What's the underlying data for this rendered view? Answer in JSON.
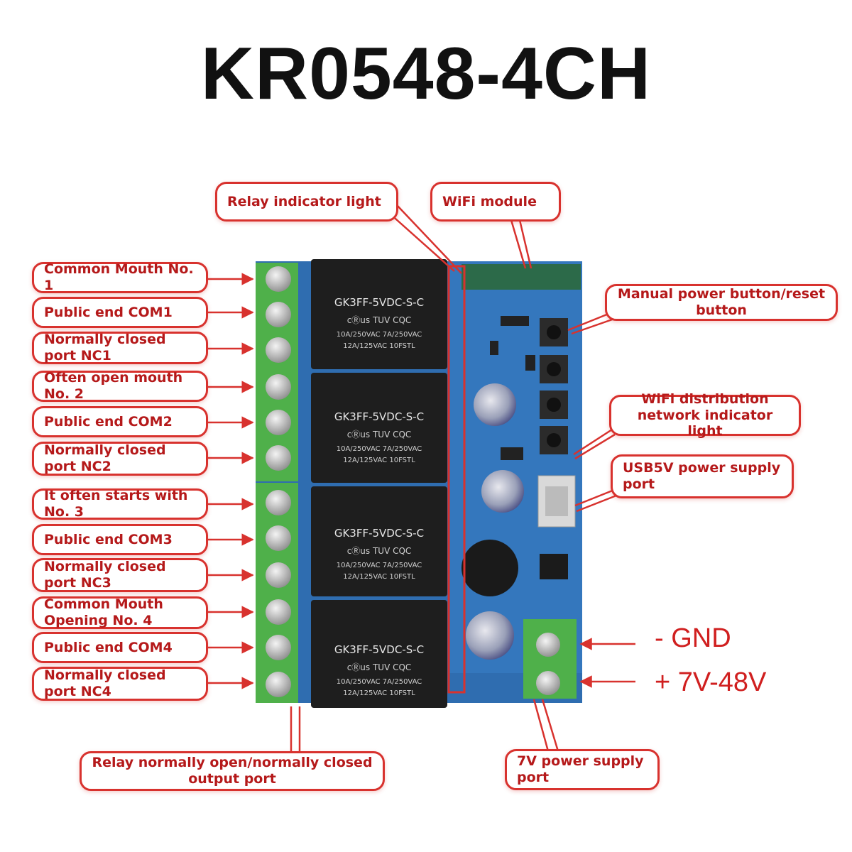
{
  "title": "KR0548-4CH",
  "left_labels": [
    "Common Mouth No. 1",
    "Public end COM1",
    "Normally closed port NC1",
    "Often open mouth No. 2",
    "Public end COM2",
    "Normally closed port NC2",
    "It often starts with No. 3",
    "Public end COM3",
    "Normally closed port NC3",
    "Common Mouth Opening No. 4",
    "Public end COM4",
    "Normally closed port NC4"
  ],
  "top_labels": {
    "relay_indicator": "Relay indicator light",
    "wifi_module": "WiFi module"
  },
  "right_labels": {
    "reset_button": "Manual power button/reset button",
    "wifi_indicator": "WiFi distribution network indicator light",
    "usb_port": "USB5V power supply port"
  },
  "bottom_labels": {
    "relay_output": "Relay normally open/normally closed output port",
    "power_port": "7V power supply port"
  },
  "power_terminals": {
    "gnd": "-  GND",
    "vin": "+ 7V-48V"
  },
  "relay_text": {
    "model": "GK3FF-5VDC-S-C",
    "cert": "cⓇus TUV CQC",
    "rating1": "10A/250VAC  7A/250VAC",
    "rating2": "12A/125VAC    10FSTL"
  },
  "colors": {
    "callout_red": "#d8322e",
    "pcb_blue": "#2f6db0",
    "terminal_green": "#4fb04a",
    "relay_black": "#1e1e1e"
  }
}
